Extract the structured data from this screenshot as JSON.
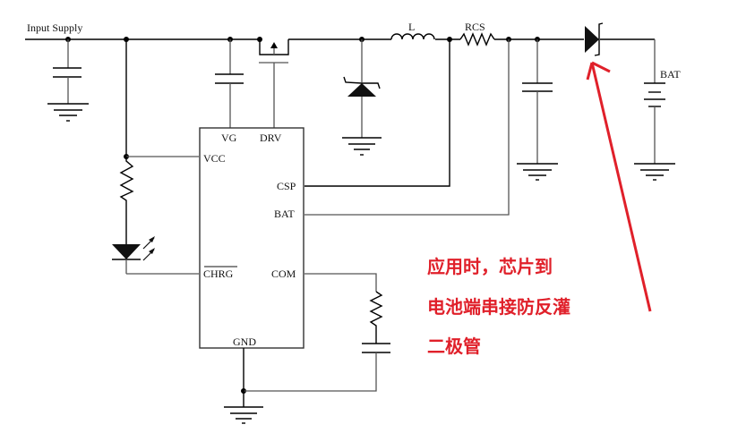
{
  "diagram": {
    "type": "circuit-schematic",
    "labels": {
      "input_supply": "Input Supply",
      "inductor": "L",
      "sense_resistor": "RCS",
      "battery": "BAT"
    },
    "ic_pins": {
      "vg": "VG",
      "drv": "DRV",
      "vcc": "VCC",
      "csp": "CSP",
      "bat": "BAT",
      "chrg": "CHRG",
      "com": "COM",
      "gnd": "GND"
    },
    "annotation": {
      "lines": [
        "应用时，芯片到",
        "电池端串接防反灌",
        "二极管"
      ],
      "color": "#e0202a"
    }
  }
}
